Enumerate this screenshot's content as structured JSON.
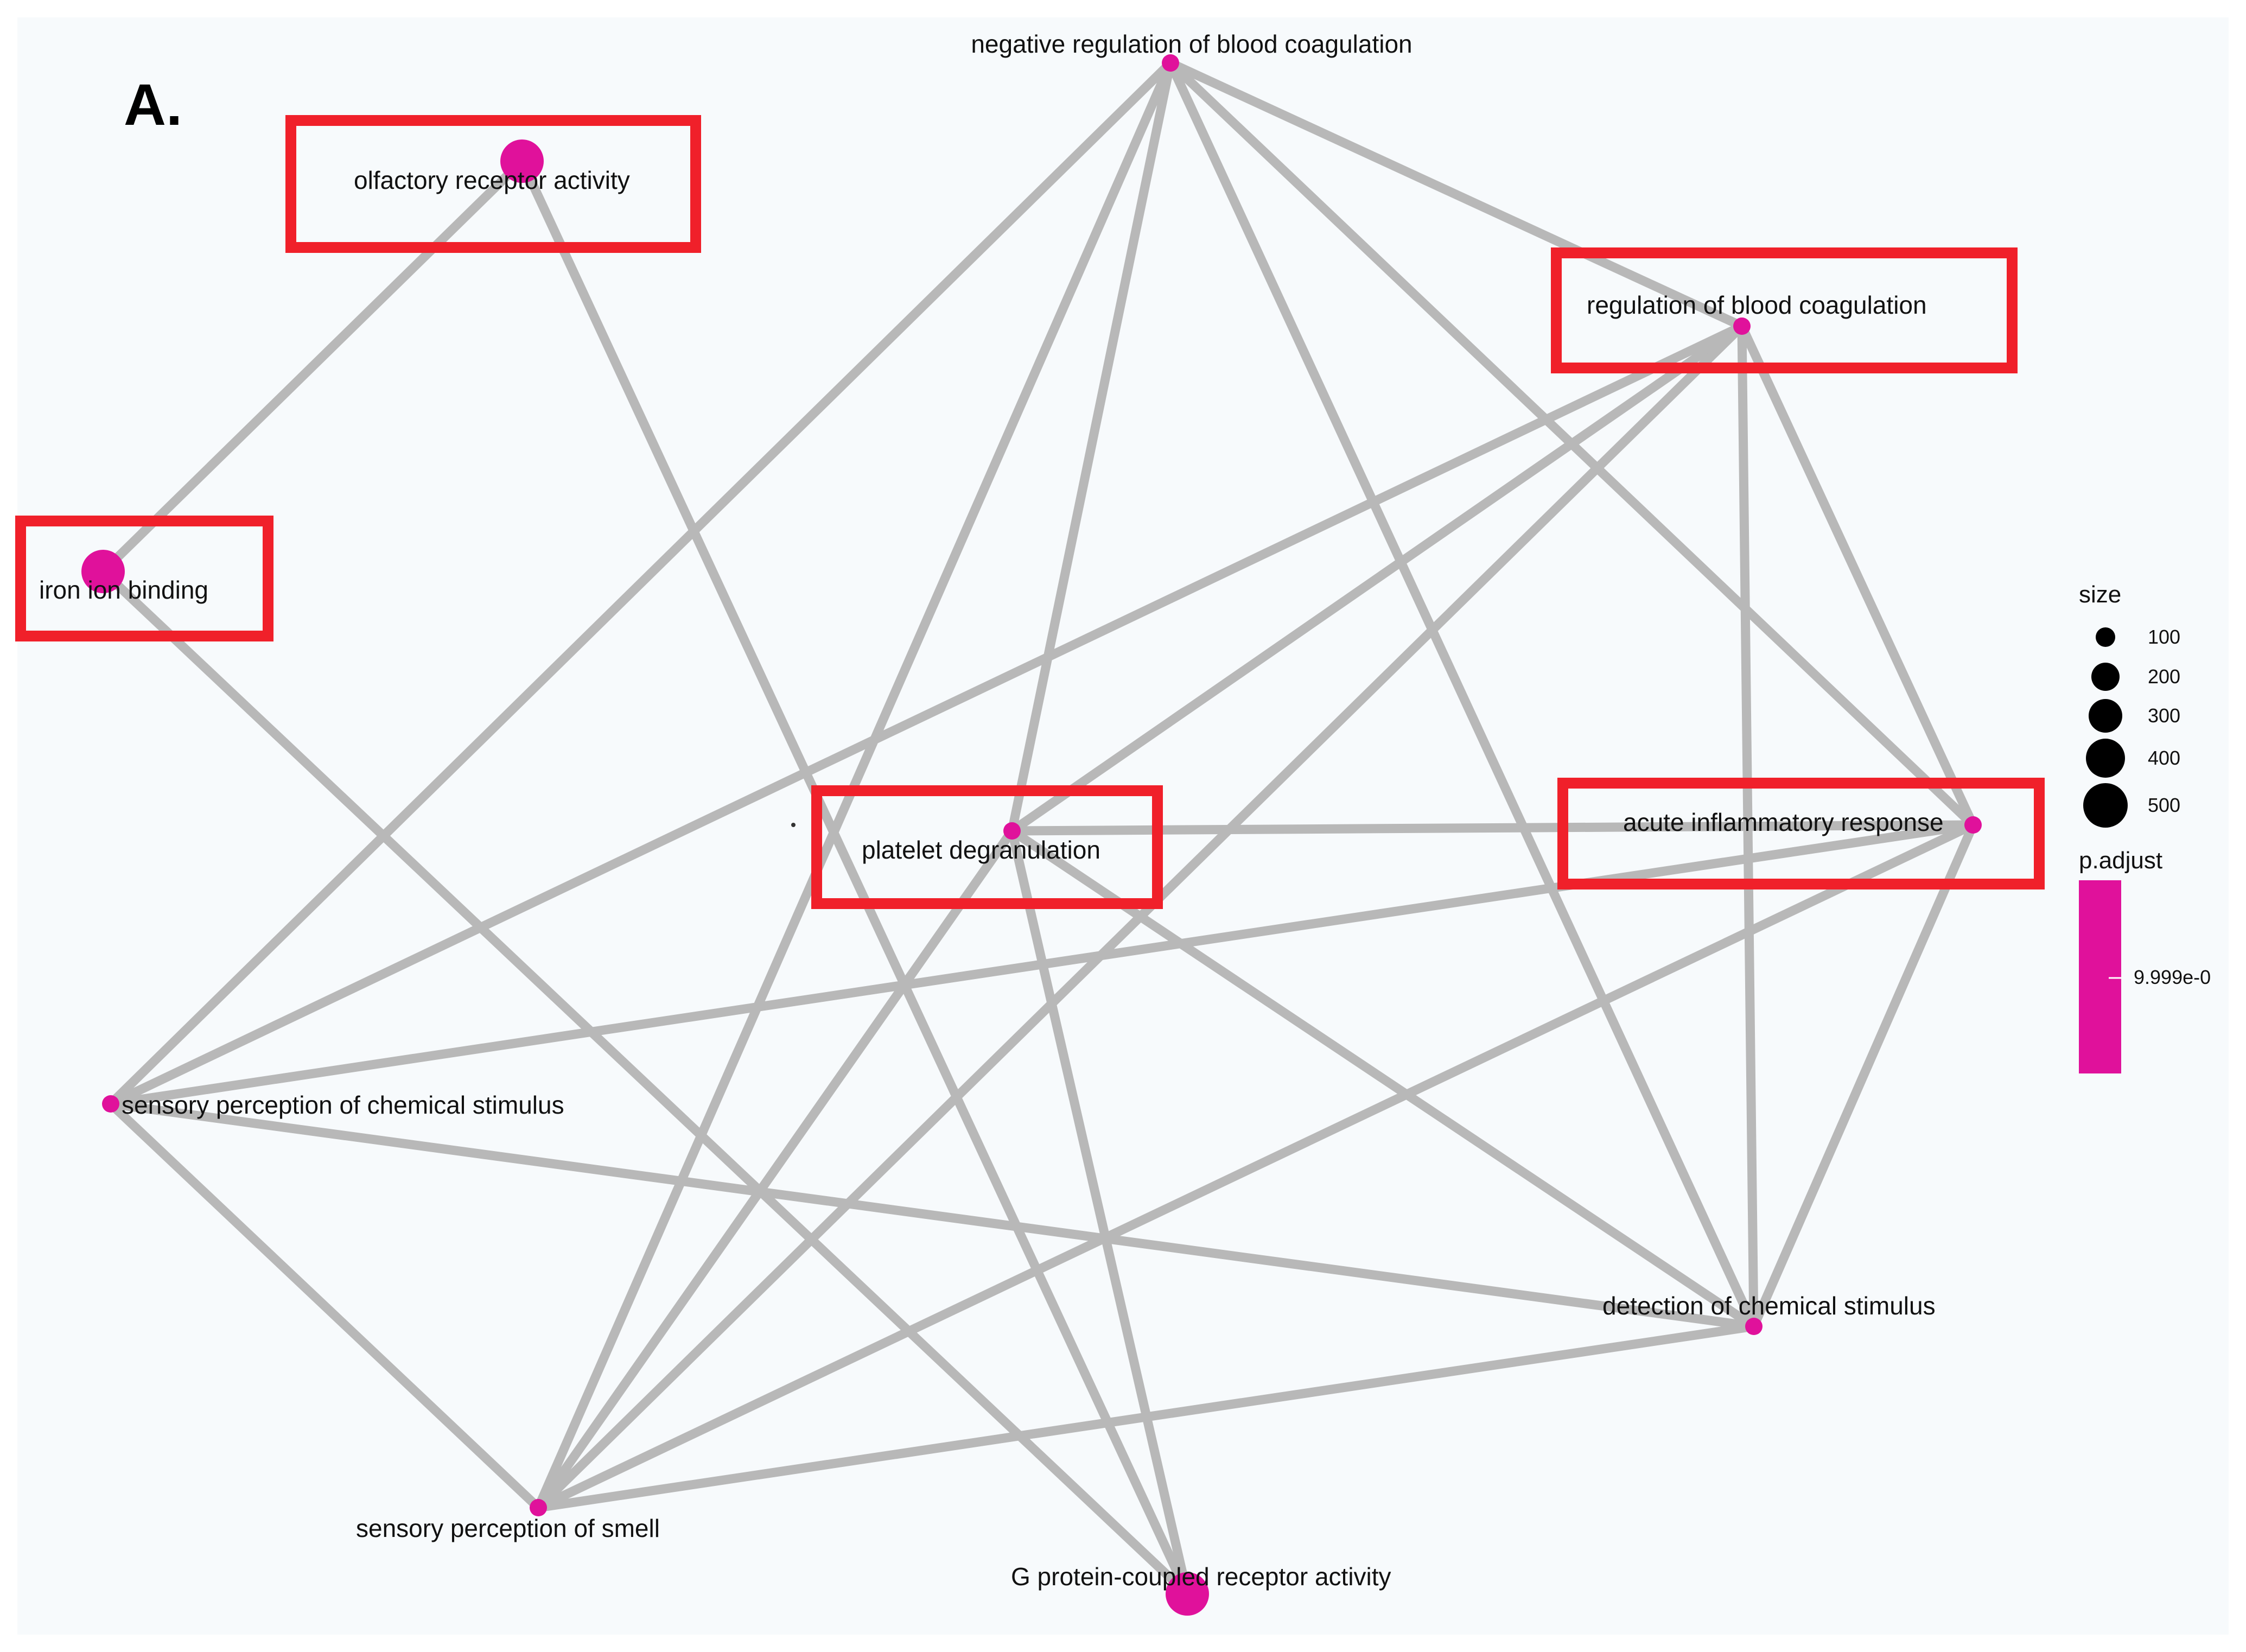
{
  "figure": {
    "panel_label": "A.",
    "background": "#f7fafc",
    "edge_color": "#b8b8b8",
    "node_color": "#e0119b",
    "highlight_color": "#f0202a"
  },
  "nodes": [
    {
      "id": "neg_coag",
      "label": "negative regulation of blood coagulation"
    },
    {
      "id": "olfactory",
      "label": "olfactory receptor activity"
    },
    {
      "id": "reg_coag",
      "label": "regulation of blood coagulation"
    },
    {
      "id": "iron",
      "label": "iron ion binding"
    },
    {
      "id": "platelet",
      "label": "platelet degranulation"
    },
    {
      "id": "acute",
      "label": "acute inflammatory response"
    },
    {
      "id": "sens_chem",
      "label": "sensory perception of chemical stimulus"
    },
    {
      "id": "detect_chem",
      "label": "detection of chemical stimulus"
    },
    {
      "id": "sens_smell",
      "label": "sensory perception of smell"
    },
    {
      "id": "gpcr",
      "label": "G protein-coupled receptor activity"
    }
  ],
  "edges": [
    [
      "olfactory",
      "iron"
    ],
    [
      "olfactory",
      "gpcr"
    ],
    [
      "iron",
      "gpcr"
    ],
    [
      "neg_coag",
      "reg_coag"
    ],
    [
      "neg_coag",
      "acute"
    ],
    [
      "neg_coag",
      "platelet"
    ],
    [
      "neg_coag",
      "sens_chem"
    ],
    [
      "neg_coag",
      "detect_chem"
    ],
    [
      "neg_coag",
      "sens_smell"
    ],
    [
      "reg_coag",
      "sens_chem"
    ],
    [
      "reg_coag",
      "platelet"
    ],
    [
      "reg_coag",
      "acute"
    ],
    [
      "reg_coag",
      "detect_chem"
    ],
    [
      "reg_coag",
      "sens_smell"
    ],
    [
      "platelet",
      "acute"
    ],
    [
      "platelet",
      "gpcr"
    ],
    [
      "platelet",
      "detect_chem"
    ],
    [
      "acute",
      "sens_chem"
    ],
    [
      "acute",
      "sens_smell"
    ],
    [
      "acute",
      "detect_chem"
    ],
    [
      "sens_chem",
      "sens_smell"
    ],
    [
      "sens_chem",
      "detect_chem"
    ],
    [
      "sens_smell",
      "detect_chem"
    ],
    [
      "sens_smell",
      "platelet"
    ]
  ],
  "highlighted": [
    "olfactory",
    "reg_coag",
    "iron",
    "platelet",
    "acute"
  ],
  "legend": {
    "size_title": "size",
    "size_values": [
      "100",
      "200",
      "300",
      "400",
      "500"
    ],
    "color_title": "p.adjust",
    "color_tick": "9.999e-0"
  }
}
